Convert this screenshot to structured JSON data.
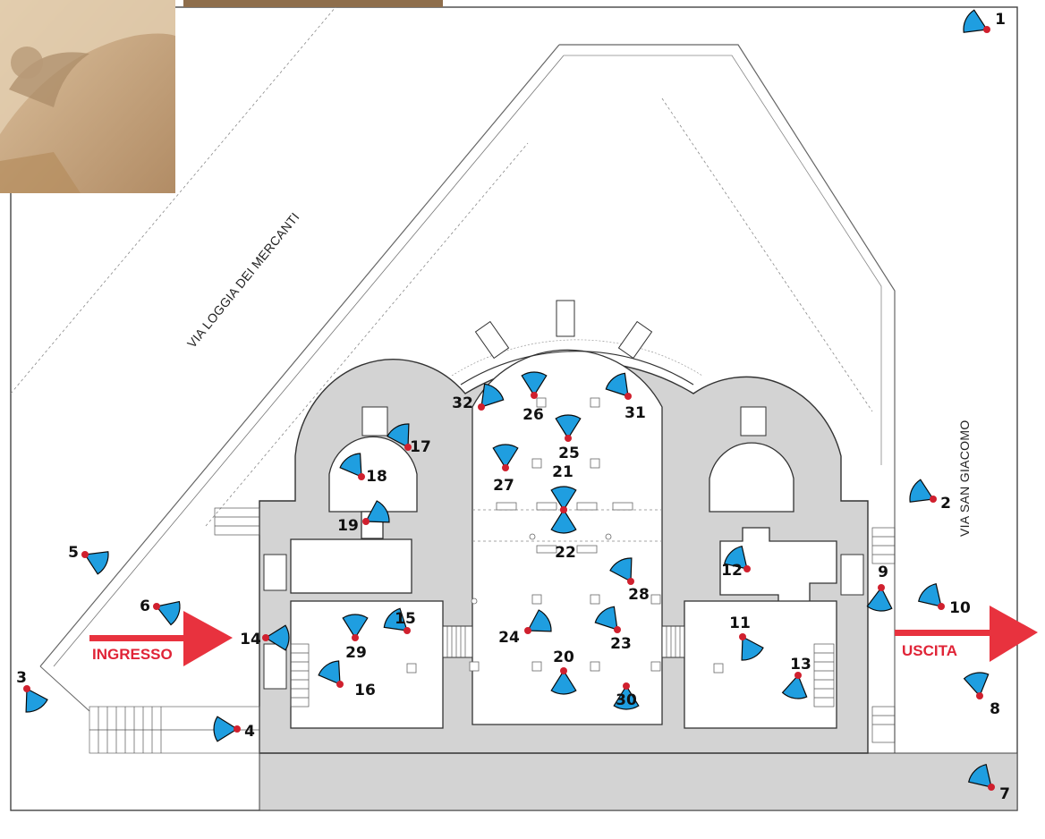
{
  "streets": {
    "left": "VIA LOGGIA DEI MERCANTI",
    "right": "VIA SAN GIACOMO"
  },
  "arrows": {
    "entrance": "INGRESSO",
    "exit": "USCITA"
  },
  "colors": {
    "camera_fan": "#1f9ee0",
    "camera_dot": "#d0202e",
    "arrow": "#e8323e",
    "wall_fill": "#d3d3d3",
    "photo": "#c9a47a"
  },
  "photo_thumbnail": "decorative-arch-photo",
  "viewpoints": [
    {
      "label": "1",
      "dir": 205
    },
    {
      "label": "2",
      "dir": 205
    },
    {
      "label": "3",
      "dir": 60
    },
    {
      "label": "4",
      "dir": 180
    },
    {
      "label": "5",
      "dir": 25
    },
    {
      "label": "6",
      "dir": 20
    },
    {
      "label": "7",
      "dir": 225
    },
    {
      "label": "8",
      "dir": 260
    },
    {
      "label": "9",
      "dir": 95
    },
    {
      "label": "10",
      "dir": 225
    },
    {
      "label": "11",
      "dir": 60
    },
    {
      "label": "12",
      "dir": 225
    },
    {
      "label": "13",
      "dir": 100
    },
    {
      "label": "14",
      "dir": 0
    },
    {
      "label": "15",
      "dir": 220
    },
    {
      "label": "16",
      "dir": 235
    },
    {
      "label": "17",
      "dir": 240
    },
    {
      "label": "18",
      "dir": 235
    },
    {
      "label": "19",
      "dir": 330
    },
    {
      "label": "20",
      "dir": 90
    },
    {
      "label": "21",
      "dir": 270
    },
    {
      "label": "22",
      "dir": 90
    },
    {
      "label": "23",
      "dir": 230
    },
    {
      "label": "24",
      "dir": 330
    },
    {
      "label": "25",
      "dir": 270
    },
    {
      "label": "26",
      "dir": 270
    },
    {
      "label": "27",
      "dir": 270
    },
    {
      "label": "28",
      "dir": 240
    },
    {
      "label": "29",
      "dir": 270
    },
    {
      "label": "30",
      "dir": 90
    },
    {
      "label": "31",
      "dir": 230
    },
    {
      "label": "32",
      "dir": 310
    }
  ]
}
